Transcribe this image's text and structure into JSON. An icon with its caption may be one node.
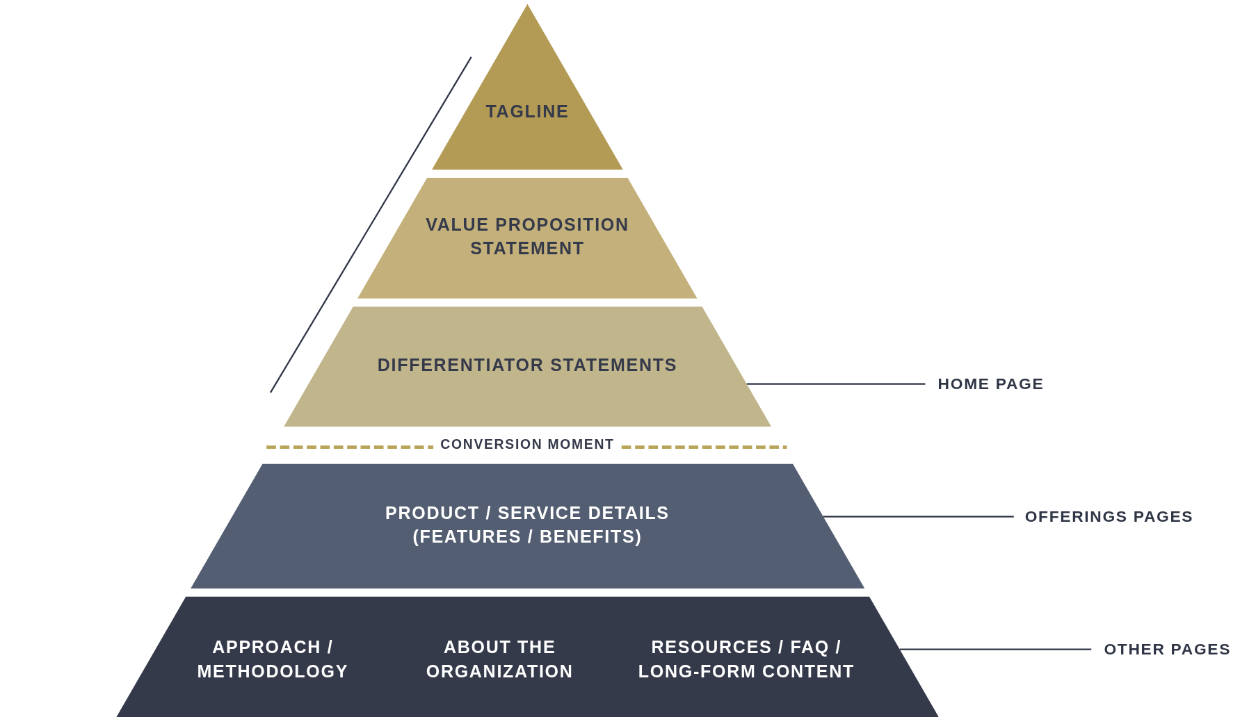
{
  "diagram": {
    "nodes": [
      {
        "text": [
          "TAGLINE"
        ]
      },
      {
        "text": [
          "VALUE PROPOSITION STATEMENT"
        ]
      },
      {
        "text": [
          "DIFFERENTIATOR STATEMENTS"
        ]
      },
      {
        "text": [
          "PRODUCT / SERVICE DETAILS (FEATURES / BENEFITS)"
        ]
      },
      {
        "text": [
          "APPROACH / METHODOLOGY",
          "ABOUT THE ORGANIZATION",
          "RESOURCES / FAQ / LONG-FORM CONTENT"
        ]
      },
      {
        "text": [
          "HOME PAGE"
        ]
      },
      {
        "text": [
          "OFFERINGS PAGES"
        ]
      },
      {
        "text": [
          "OTHER PAGES"
        ]
      }
    ],
    "edges": [
      {
        "from": 5,
        "to": 2,
        "arrow": "none"
      },
      {
        "from": 6,
        "to": 3,
        "arrow": "none"
      },
      {
        "from": 7,
        "to": 4,
        "arrow": "none"
      }
    ],
    "labels": [
      "CONVERSION MOMENT"
    ]
  }
}
